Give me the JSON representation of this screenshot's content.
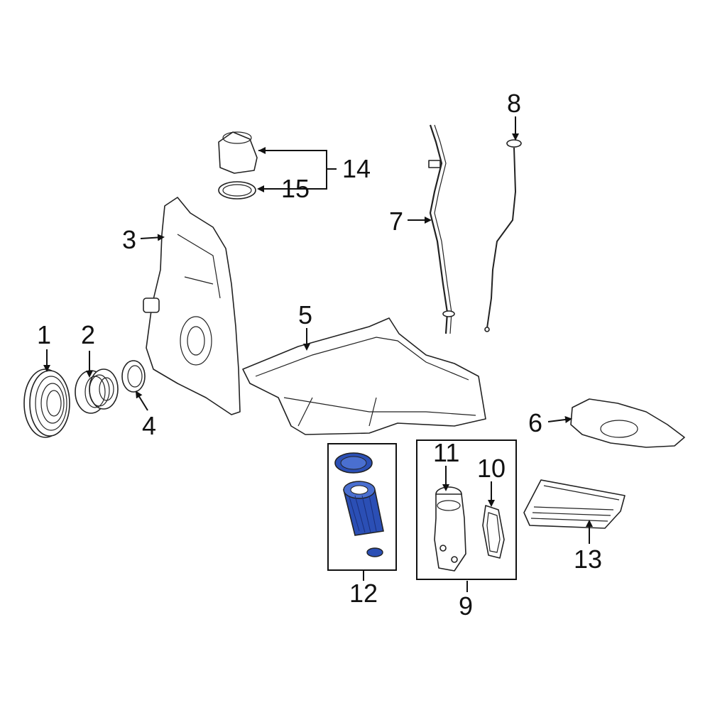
{
  "callouts": {
    "c1": "1",
    "c2": "2",
    "c3": "3",
    "c4": "4",
    "c5": "5",
    "c6": "6",
    "c7": "7",
    "c8": "8",
    "c9": "9",
    "c10": "10",
    "c11": "11",
    "c12": "12",
    "c13": "13",
    "c14": "14",
    "c15": "15"
  },
  "colors": {
    "highlight": "#2b4fb5",
    "line": "#111111",
    "background": "#ffffff"
  },
  "icons": [
    "arrowhead-icon"
  ]
}
